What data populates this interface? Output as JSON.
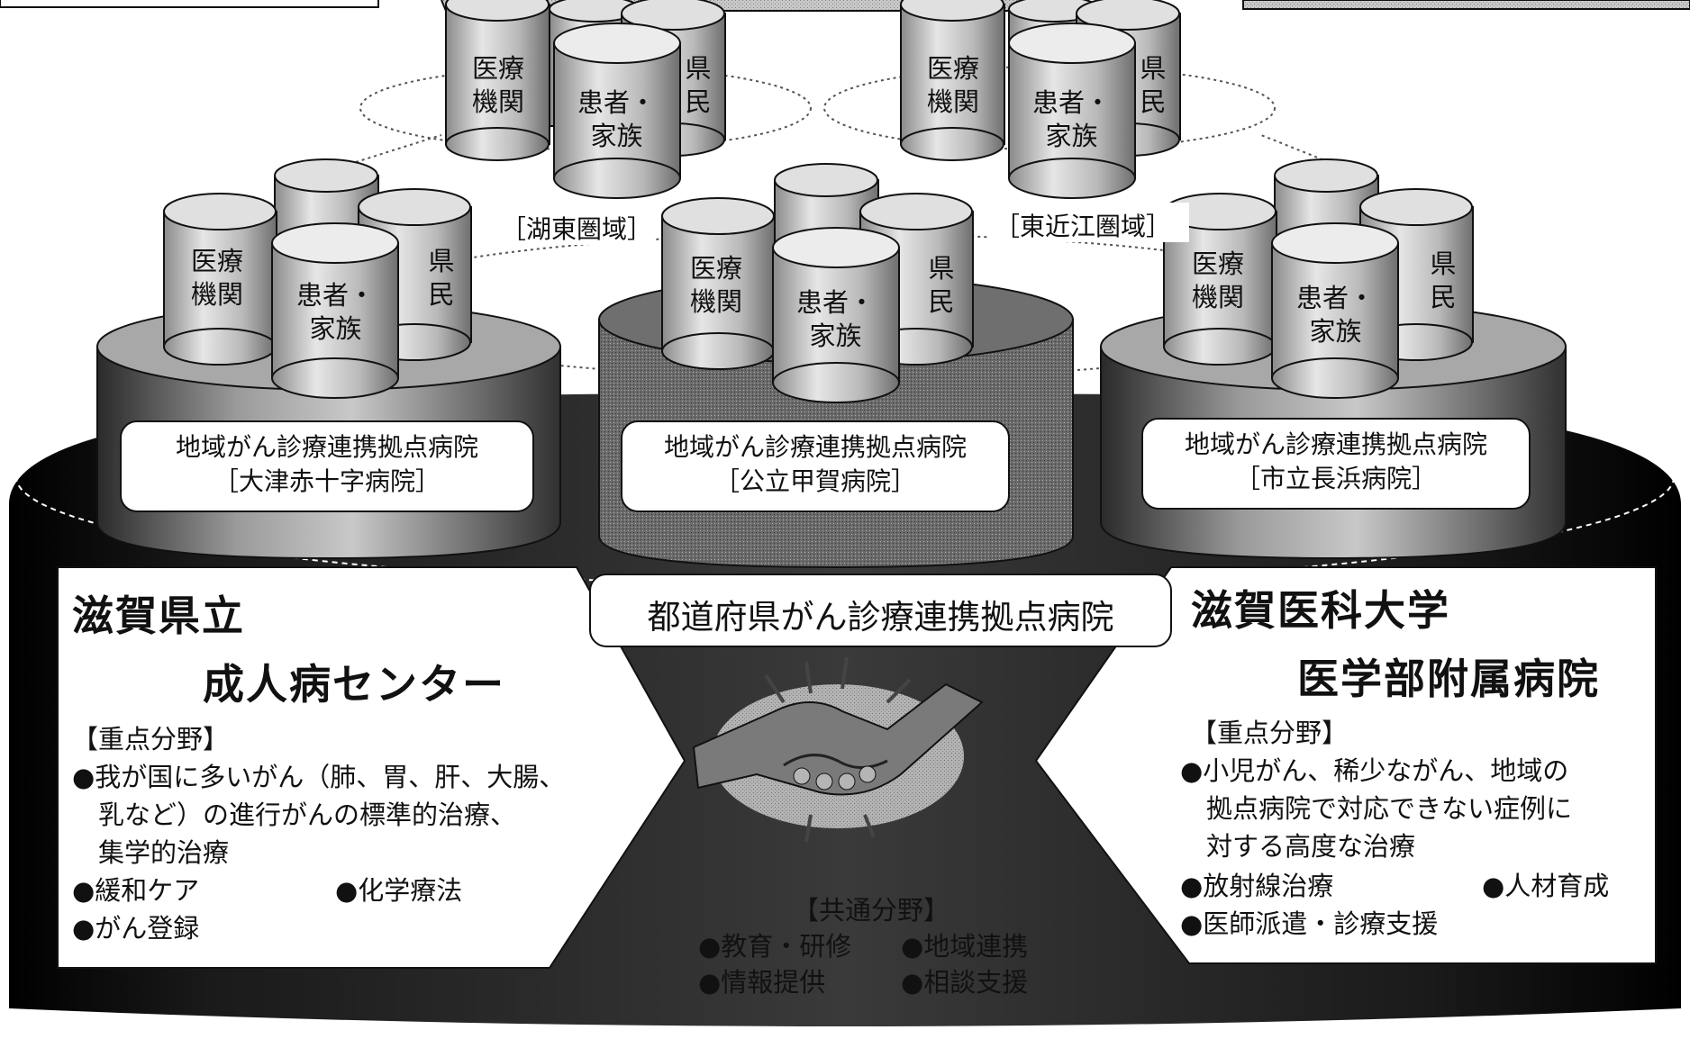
{
  "clusters": [
    {
      "medical": "医療\n機関",
      "patients": "患者・\n家族",
      "citizens": "県\n民"
    },
    {
      "medical": "医療\n機関",
      "patients": "患者・\n家族",
      "citizens": "県\n民"
    },
    {
      "medical": "医療\n機関",
      "patients": "患者・\n家族",
      "citizens": "県\n民"
    },
    {
      "medical": "医療\n機関",
      "patients": "患者・\n家族",
      "citizens": "県\n民"
    },
    {
      "medical": "医療\n機関",
      "patients": "患者・\n家族",
      "citizens": "県\n民"
    }
  ],
  "areas": {
    "kotou": "［湖東圏域］",
    "higashiomi": "［東近江圏域］"
  },
  "regional_hospitals": [
    {
      "title": "地域がん診療連携拠点病院",
      "name": "［大津赤十字病院］"
    },
    {
      "title": "地域がん診療連携拠点病院",
      "name": "［公立甲賀病院］"
    },
    {
      "title": "地域がん診療連携拠点病院",
      "name": "［市立長浜病院］"
    }
  ],
  "prefectural_label": "都道府県がん診療連携拠点病院",
  "left_center": {
    "title1": "滋賀県立",
    "title2": "成人病センター",
    "focus_heading": "【重点分野】",
    "items": [
      "●我が国に多いがん（肺、胃、肝、大腸、",
      "　乳など）の進行がんの標準的治療、",
      "　集学的治療",
      "●緩和ケア",
      "●化学療法",
      "●がん登録"
    ]
  },
  "right_center": {
    "title1": "滋賀医科大学",
    "title2": "医学部附属病院",
    "focus_heading": "【重点分野】",
    "items": [
      "●小児がん、稀少ながん、地域の",
      "　拠点病院で対応できない症例に",
      "　対する高度な治療",
      "●放射線治療",
      "●人材育成",
      "●医師派遣・診療支援"
    ]
  },
  "common": {
    "heading": "【共通分野】",
    "items": [
      "●教育・研修",
      "●地域連携",
      "●情報提供",
      "●相談支援"
    ]
  }
}
